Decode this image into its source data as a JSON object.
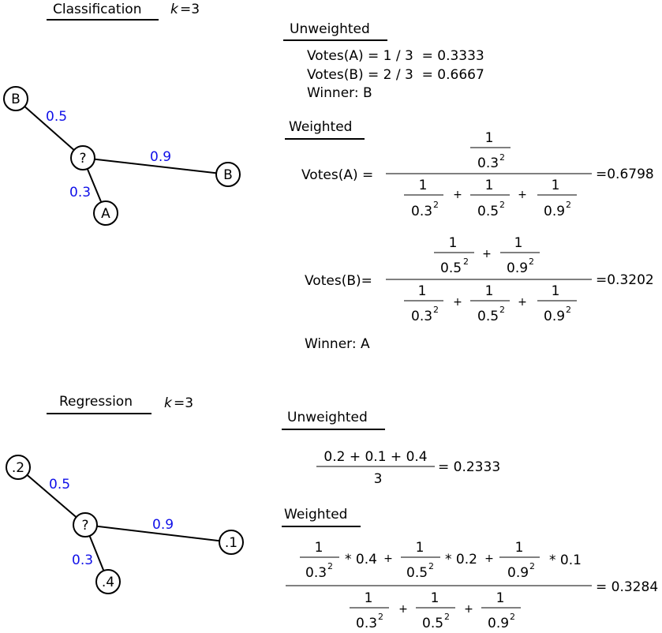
{
  "classification": {
    "title": "Classification",
    "k_label": "k",
    "k_value": "=3",
    "graph": {
      "center": "?",
      "neighbors": [
        {
          "label": "B",
          "distance": "0.5"
        },
        {
          "label": "B",
          "distance": "0.9"
        },
        {
          "label": "A",
          "distance": "0.3"
        }
      ]
    },
    "unweighted": {
      "heading": "Unweighted",
      "votes_a": "Votes(A) = 1 / 3  = 0.3333",
      "votes_b": "Votes(B) = 2 / 3  = 0.6667",
      "winner": "Winner: B"
    },
    "weighted": {
      "heading": "Weighted",
      "votes_a_label": "Votes(A) =",
      "votes_a_result": "=0.6798",
      "votes_b_label": "Votes(B)=",
      "votes_b_result": "=0.3202",
      "winner": "Winner: A"
    }
  },
  "regression": {
    "title": "Regression",
    "k_label": "k",
    "k_value": "=3",
    "graph": {
      "center": "?",
      "neighbors": [
        {
          "label": ".2",
          "distance": "0.5"
        },
        {
          "label": ".1",
          "distance": "0.9"
        },
        {
          "label": ".4",
          "distance": "0.3"
        }
      ]
    },
    "unweighted": {
      "heading": "Unweighted",
      "numerator": "0.2 + 0.1 + 0.4",
      "denominator": "3",
      "result": "= 0.2333"
    },
    "weighted": {
      "heading": "Weighted",
      "mult_a": "* 0.4",
      "mult_b": "* 0.2",
      "mult_c": "* 0.1",
      "result": "= 0.3284"
    }
  },
  "math": {
    "one": "1",
    "base_03": "0.3",
    "base_05": "0.5",
    "base_09": "0.9",
    "exp": "2",
    "plus": "+"
  }
}
